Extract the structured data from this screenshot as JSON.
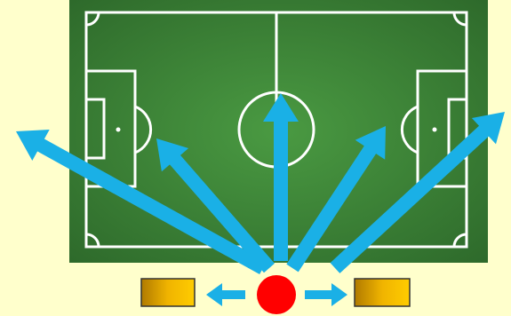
{
  "background_color": "#ffffcc",
  "pitch": {
    "grass_color": "#3f8a3a",
    "grass_dark_color": "#2e6a2b",
    "line_color": "#ffffff"
  },
  "ball_color": "#ff0000",
  "arrow_color": "#1ab0e6",
  "box_color": "#e8a800",
  "arrows": [
    {
      "name": "arrow-far-left"
    },
    {
      "name": "arrow-left"
    },
    {
      "name": "arrow-center"
    },
    {
      "name": "arrow-right"
    },
    {
      "name": "arrow-far-right"
    },
    {
      "name": "arrow-small-left"
    },
    {
      "name": "arrow-small-right"
    }
  ]
}
